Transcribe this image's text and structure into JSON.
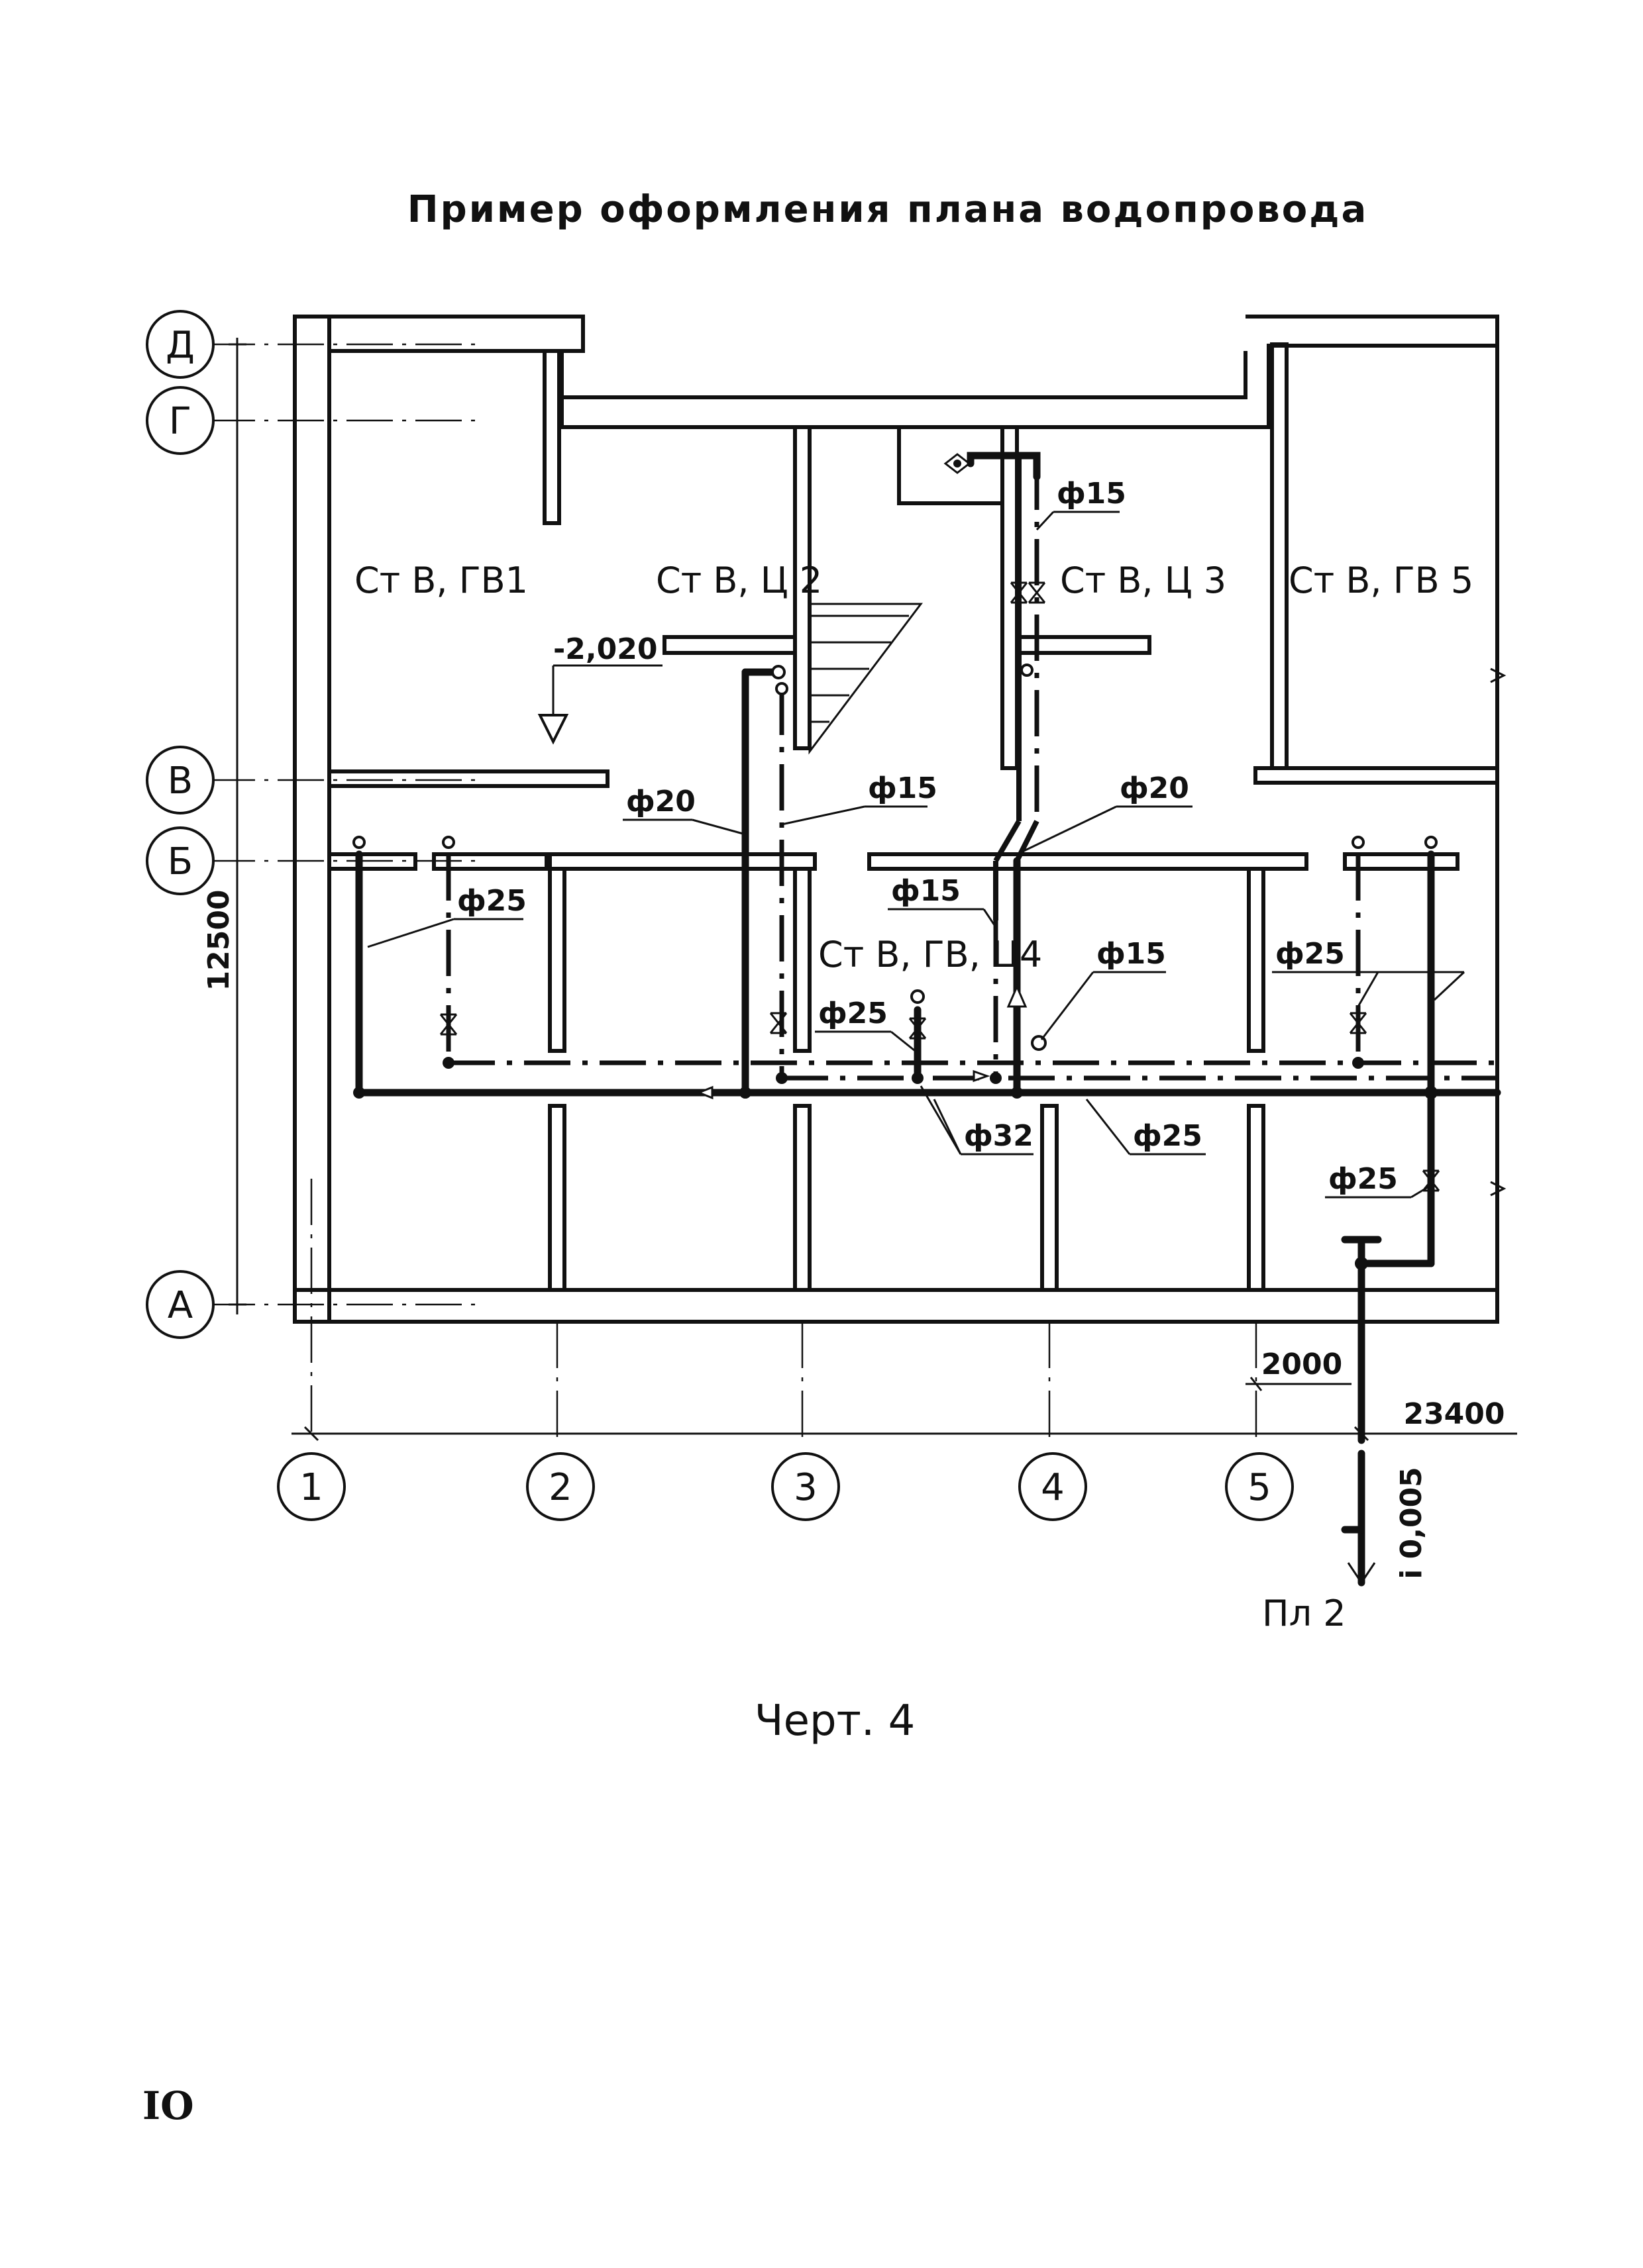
{
  "title": "Пример оформления плана водопровода",
  "row_axes": [
    "Д",
    "Г",
    "В",
    "Б",
    "А"
  ],
  "column_axes": [
    "1",
    "2",
    "3",
    "4",
    "5"
  ],
  "risers": {
    "r1": "Ст В, ГВ1",
    "r2": "Ст В, Ц 2",
    "r3": "Ст В, Ц 3",
    "r4": "Ст В, ГВ 5",
    "r5": "Ст В, ГВ, Ц4"
  },
  "level_mark": "-2,020",
  "diameters": {
    "d15_top": "ф15",
    "d20_left": "ф20",
    "d15_mid": "ф15",
    "d20_right": "ф20",
    "d15_center": "ф15",
    "d25_left": "ф25",
    "d15_right": "ф15",
    "d25_right": "ф25",
    "d25_center": "ф25",
    "d32": "ф32",
    "d25_main": "ф25",
    "d25_input": "ф25"
  },
  "dimensions": {
    "height": "12500",
    "width": "23400",
    "offset": "2000"
  },
  "slope": "i 0,005",
  "plan_label": "Пл 2",
  "caption": "Черт. 4",
  "page_number": "IO"
}
